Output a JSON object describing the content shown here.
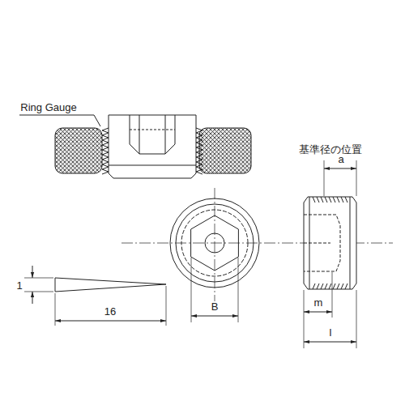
{
  "diagram": {
    "labels": [
      "Ring Gauge",
      "基準径の位置",
      "a",
      "1",
      "16",
      "B",
      "m",
      "l"
    ]
  }
}
